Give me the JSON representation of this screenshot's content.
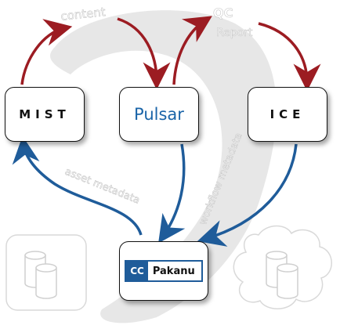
{
  "nodes": {
    "mist": {
      "label": "MIST"
    },
    "pulsar": {
      "label": "Pulsar"
    },
    "ice": {
      "label": "ICE"
    },
    "pakanu": {
      "logo_text": "CC",
      "label": "Pakanu"
    }
  },
  "edge_labels": {
    "content": "content",
    "qc_title": "QC",
    "qc_report": "Report",
    "asset_metadata": "asset metadata",
    "workflow_metadata": "workflow metadata"
  },
  "colors": {
    "red_arrow": "#9c1c22",
    "blue_arrow": "#1f5c9a",
    "pulsar_text": "#1a64a8",
    "background_shape": "#e4e4e4"
  },
  "icons": [
    "database-icon",
    "database-icon"
  ]
}
